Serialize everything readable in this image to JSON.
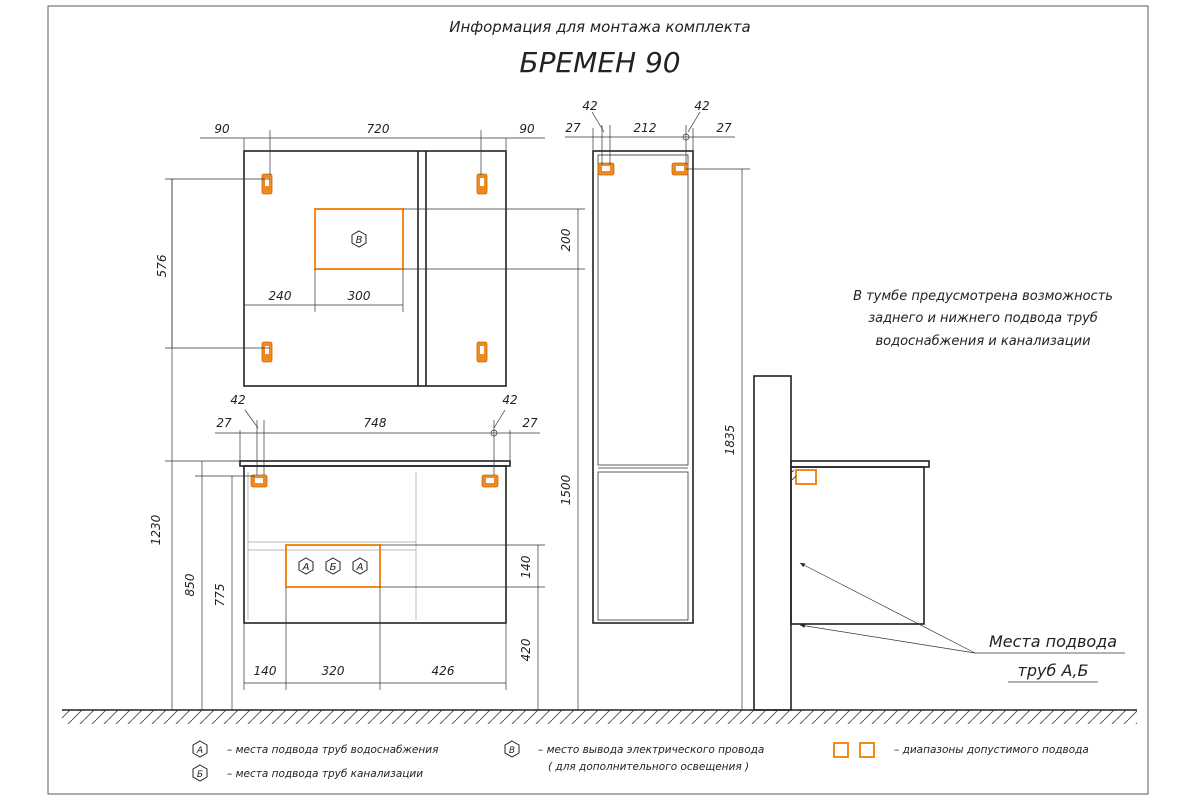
{
  "title": {
    "line1": "Информация для монтажа комплекта",
    "line2": "БРЕМЕН 90"
  },
  "colors": {
    "accent": "#f08a1c",
    "line": "#222222",
    "background": "#ffffff"
  },
  "mirror": {
    "dim_top_left": "90",
    "dim_top_mid": "720",
    "dim_top_right": "90",
    "dim_left_height": "576",
    "dim_zone_height": "200",
    "dim_zone_offset": "240",
    "dim_zone_width": "300",
    "zone_marker": "В"
  },
  "vanity": {
    "dim_top_left": "27",
    "dim_top_left_small": "42",
    "dim_top_mid": "748",
    "dim_top_right_small": "42",
    "dim_top_right": "27",
    "dim_total_height": "1230",
    "dim_height_850": "850",
    "dim_height_775": "775",
    "dim_zone_height": "140",
    "dim_zone_floor": "420",
    "dim_bottom_1": "140",
    "dim_bottom_2": "320",
    "dim_bottom_3": "426",
    "markers": [
      "А",
      "Б",
      "А"
    ]
  },
  "pencil": {
    "dim_top_left": "27",
    "dim_top_left_small": "42",
    "dim_top_mid": "212",
    "dim_top_right_small": "42",
    "dim_top_right": "27",
    "dim_height_1500": "1500",
    "dim_height_1835": "1835"
  },
  "note": {
    "line1": "В тумбе предусмотрена возможность",
    "line2": "заднего и нижнего подвода труб",
    "line3": "водоснабжения и канализации"
  },
  "callout": {
    "line1": "Места подвода",
    "line2": "труб А,Б"
  },
  "legend": {
    "a_marker": "А",
    "a_text": "– места подвода труб водоснабжения",
    "b_marker": "Б",
    "b_text": "– места подвода труб канализации",
    "v_marker": "В",
    "v_text_1": "– место вывода электрического провода",
    "v_text_2": "( для дополнительного освещения )",
    "range_text": "– диапазоны допустимого подвода"
  }
}
